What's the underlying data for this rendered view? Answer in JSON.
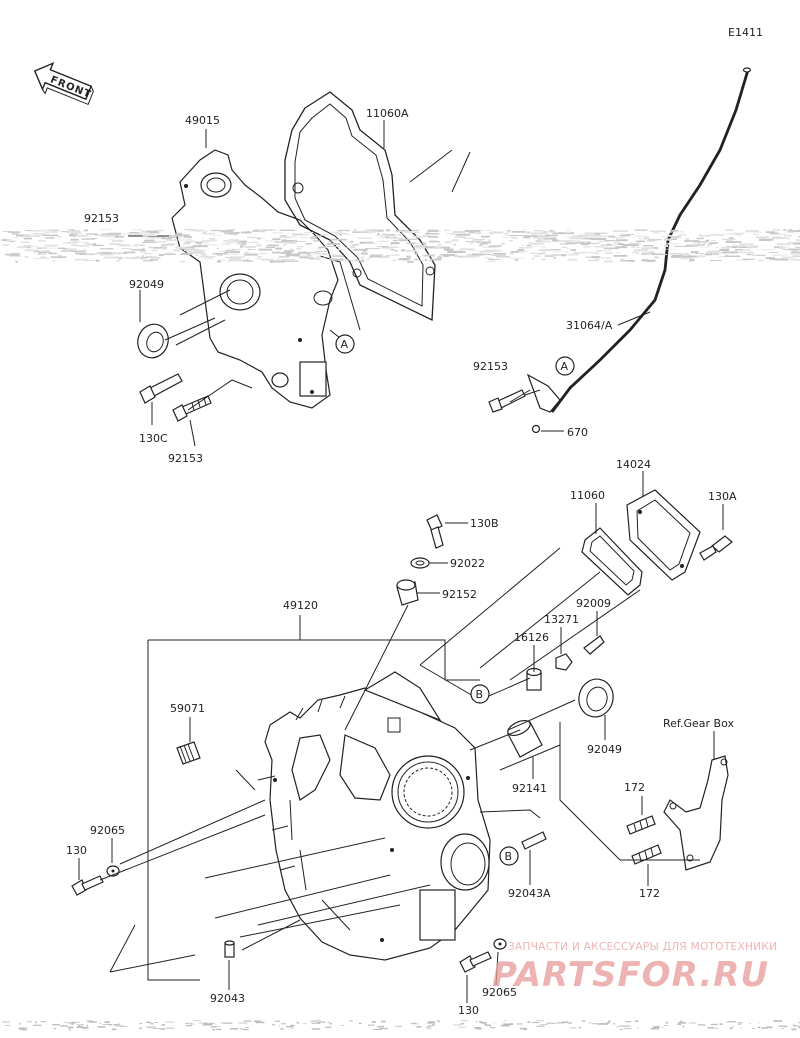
{
  "diagram": {
    "code": "E1411",
    "front_label": "FRONT",
    "ref_label": "Ref.Gear Box"
  },
  "callouts": [
    {
      "id": "49015",
      "text": "49015"
    },
    {
      "id": "11060A",
      "text": "11060A"
    },
    {
      "id": "92153-top",
      "text": "92153"
    },
    {
      "id": "92049-top",
      "text": "92049"
    },
    {
      "id": "130C",
      "text": "130C"
    },
    {
      "id": "92153-bot",
      "text": "92153"
    },
    {
      "id": "31064A",
      "text": "31064/A"
    },
    {
      "id": "92153-right",
      "text": "92153"
    },
    {
      "id": "670",
      "text": "670"
    },
    {
      "id": "14024",
      "text": "14024"
    },
    {
      "id": "11060",
      "text": "11060"
    },
    {
      "id": "130A",
      "text": "130A"
    },
    {
      "id": "130B",
      "text": "130B"
    },
    {
      "id": "92022",
      "text": "92022"
    },
    {
      "id": "92152",
      "text": "92152"
    },
    {
      "id": "49120",
      "text": "49120"
    },
    {
      "id": "92009",
      "text": "92009"
    },
    {
      "id": "13271",
      "text": "13271"
    },
    {
      "id": "16126",
      "text": "16126"
    },
    {
      "id": "59071",
      "text": "59071"
    },
    {
      "id": "92049-mid",
      "text": "92049"
    },
    {
      "id": "92141",
      "text": "92141"
    },
    {
      "id": "172-top",
      "text": "172"
    },
    {
      "id": "172-bot",
      "text": "172"
    },
    {
      "id": "92065-left",
      "text": "92065"
    },
    {
      "id": "130-left",
      "text": "130"
    },
    {
      "id": "92043A",
      "text": "92043A"
    },
    {
      "id": "92043",
      "text": "92043"
    },
    {
      "id": "130-bot",
      "text": "130"
    },
    {
      "id": "92065-bot",
      "text": "92065"
    }
  ],
  "markers": {
    "a1": "A",
    "a2": "A",
    "b1": "B",
    "b2": "B"
  },
  "watermark": {
    "tagline": "ЗАПЧАСТИ И АКСЕССУАРЫ ДЛЯ МОТОТЕХНИКИ",
    "brand": "PARTSFOR.RU"
  },
  "colors": {
    "line": "#222222",
    "watermark": "#e89a9a",
    "background": "#ffffff"
  }
}
